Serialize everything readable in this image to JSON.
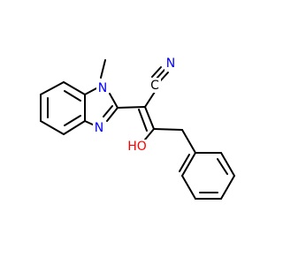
{
  "colors": {
    "background": "#ffffff",
    "bond": "#000000",
    "nitrogen": "#0000ff",
    "oxygen": "#ff0000"
  },
  "atoms": {
    "imidazole_n_methyl": "N",
    "imidazole_n": "N",
    "nitrile_n": "N",
    "nitrile_c": "C",
    "hydroxyl": "HO"
  }
}
